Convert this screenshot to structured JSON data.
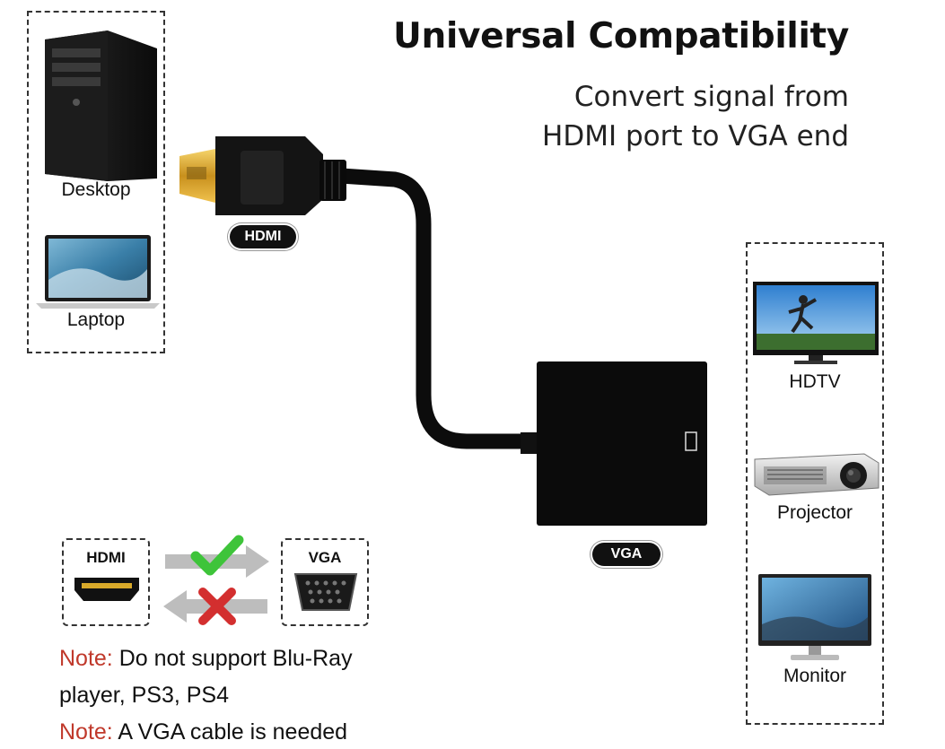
{
  "heading": {
    "title": "Universal Compatibility",
    "subtitle_line1": "Convert signal from",
    "subtitle_line2": "HDMI port to VGA end"
  },
  "source_devices": [
    {
      "label": "Desktop",
      "icon": "desktop-tower-icon"
    },
    {
      "label": "Laptop",
      "icon": "laptop-icon"
    }
  ],
  "connectors": {
    "hdmi_label": "HDMI",
    "vga_label": "VGA"
  },
  "output_devices": [
    {
      "label": "HDTV",
      "icon": "hdtv-icon"
    },
    {
      "label": "Projector",
      "icon": "projector-icon"
    },
    {
      "label": "Monitor",
      "icon": "monitor-icon"
    }
  ],
  "direction_diagram": {
    "left_label": "HDMI",
    "right_label": "VGA",
    "forward_symbol": "check-icon",
    "reverse_symbol": "cross-icon",
    "colors": {
      "check": "#3ec43a",
      "cross": "#d32f2f",
      "arrow": "#bdbdbd"
    }
  },
  "notes": [
    {
      "prefix": "Note:",
      "text": " Do not support Blu-Ray"
    },
    {
      "prefix": "",
      "text": "player, PS3, PS4"
    },
    {
      "prefix": "Note:",
      "text": " A VGA cable is needed"
    }
  ],
  "colors": {
    "note_red": "#c0392b",
    "gold_connector": "#d8a92a",
    "cable": "#111111"
  }
}
